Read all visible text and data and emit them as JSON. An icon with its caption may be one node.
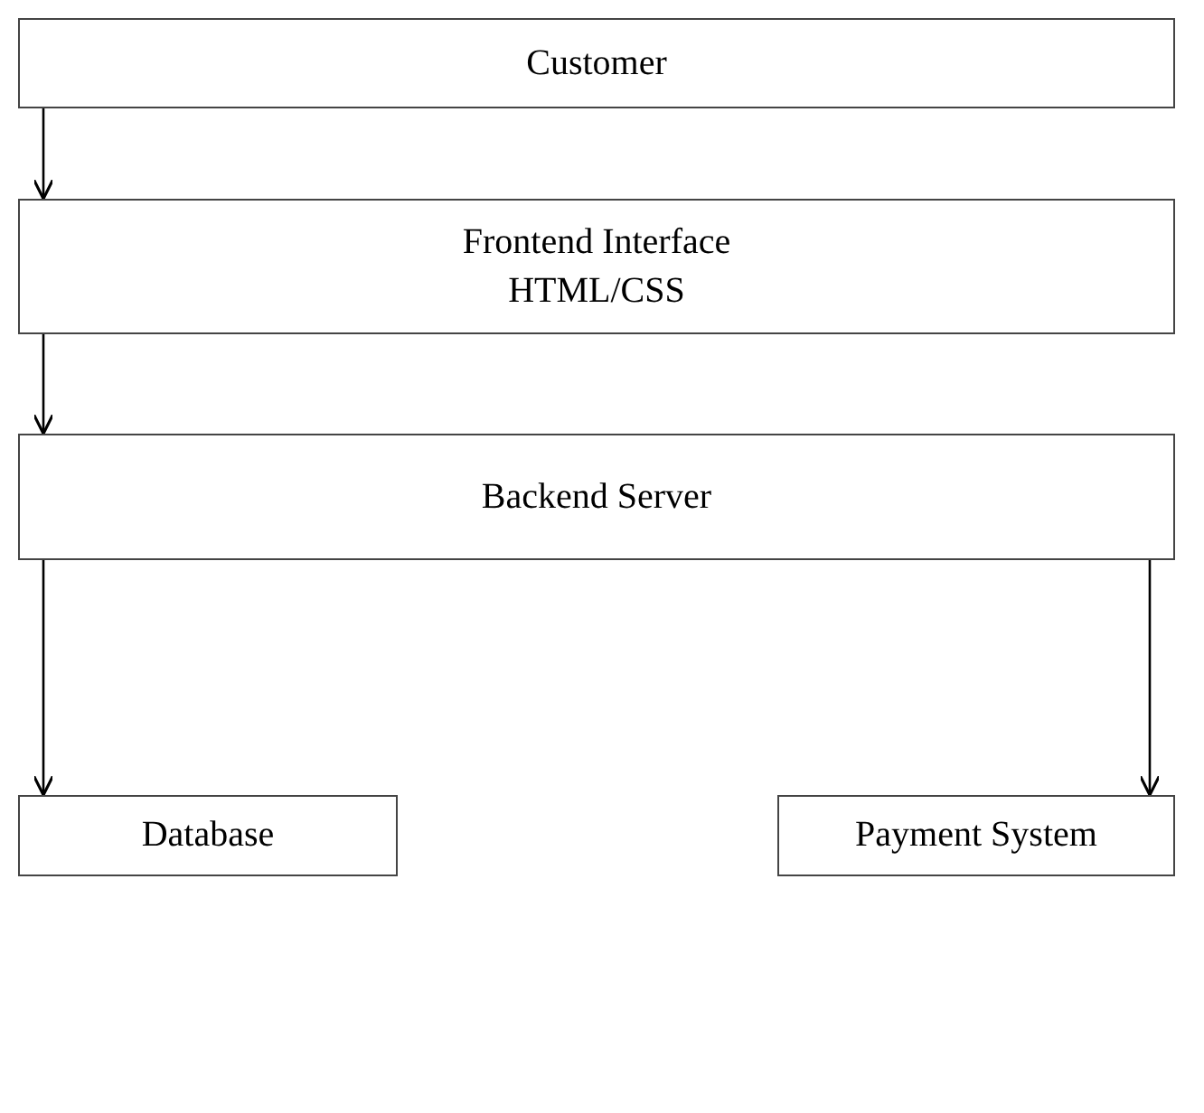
{
  "diagram": {
    "nodes": [
      {
        "text": [
          "Customer"
        ]
      },
      {
        "text": [
          "Frontend Interface",
          "HTML/CSS"
        ]
      },
      {
        "text": [
          "Backend Server"
        ]
      },
      {
        "text": [
          "Database"
        ]
      },
      {
        "text": [
          "Payment System"
        ]
      }
    ],
    "edges": [
      {
        "from": 0,
        "to": 1,
        "arrow": "to"
      },
      {
        "from": 1,
        "to": 2,
        "arrow": "to"
      },
      {
        "from": 2,
        "to": 3,
        "arrow": "to"
      },
      {
        "from": 2,
        "to": 4,
        "arrow": "to"
      }
    ]
  }
}
